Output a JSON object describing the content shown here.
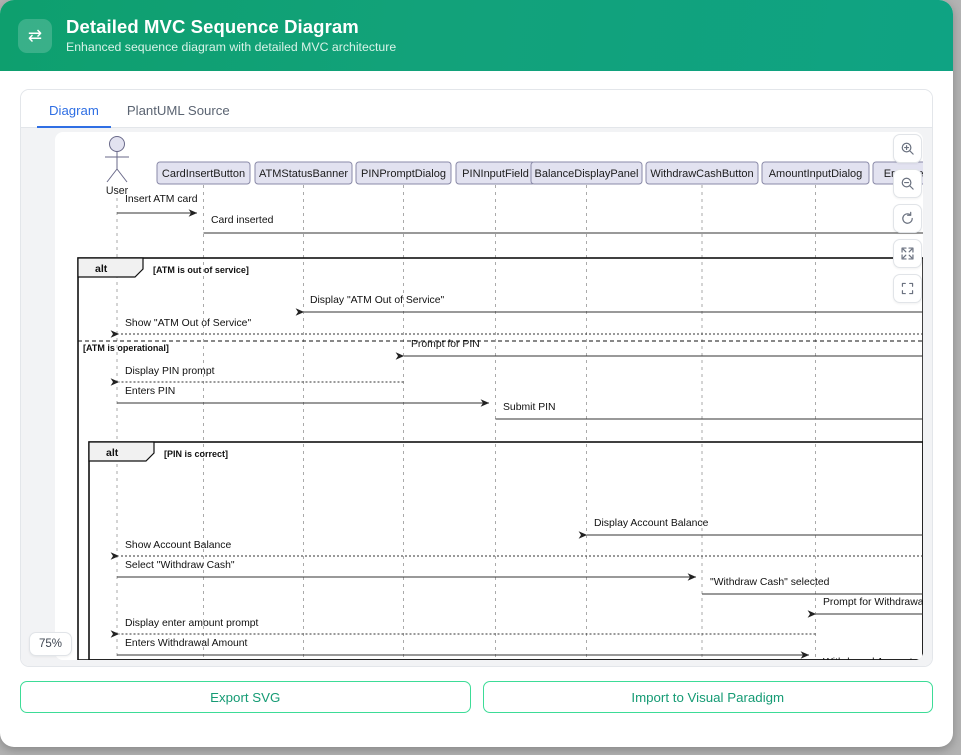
{
  "header": {
    "icon": "exchange-arrows-icon",
    "glyph": "⇄",
    "title": "Detailed MVC Sequence Diagram",
    "subtitle": "Enhanced sequence diagram with detailed MVC architecture",
    "gradient_from": "#0e9f6e",
    "gradient_to": "#0fa383"
  },
  "tabs": [
    {
      "label": "Diagram",
      "active": true
    },
    {
      "label": "PlantUML Source",
      "active": false
    }
  ],
  "controls": [
    {
      "name": "zoom-in-icon",
      "title": "Zoom In"
    },
    {
      "name": "zoom-out-icon",
      "title": "Zoom Out"
    },
    {
      "name": "reset-zoom-icon",
      "title": "Reset"
    },
    {
      "name": "fit-screen-icon",
      "title": "Fit to Screen"
    },
    {
      "name": "fullscreen-icon",
      "title": "Fullscreen"
    }
  ],
  "zoom": {
    "level": "75%"
  },
  "footer": {
    "export_label": "Export SVG",
    "import_label": "Import to Visual Paradigm",
    "accent": "#3ddc97",
    "text_color": "#159b74"
  },
  "diagram": {
    "type": "sequence",
    "actor": "User",
    "participants": [
      "CardInsertButton",
      "ATMStatusBanner",
      "PINPromptDialog",
      "PINInputField",
      "BalanceDisplayPanel",
      "WithdrawCashButton",
      "AmountInputDialog",
      "ErrorMessageBa"
    ],
    "fragments": [
      {
        "keyword": "alt",
        "condition": "[ATM is out of service]"
      },
      {
        "else_condition": "[ATM is operational]"
      },
      {
        "keyword": "alt",
        "condition": "[PIN is correct]"
      }
    ],
    "messages": [
      {
        "text": "Insert ATM card",
        "from": "User",
        "to": "CardInsertButton",
        "style": "solid"
      },
      {
        "text": "Card inserted",
        "from": "CardInsertButton",
        "to": "right",
        "style": "solid"
      },
      {
        "text": "Display \"ATM Out of Service\"",
        "from": "right",
        "to": "ATMStatusBanner",
        "style": "solid"
      },
      {
        "text": "Show \"ATM Out of Service\"",
        "from": "ATMStatusBanner",
        "to": "User",
        "style": "dashed"
      },
      {
        "text": "Prompt for PIN",
        "from": "right",
        "to": "PINPromptDialog",
        "style": "solid"
      },
      {
        "text": "Display PIN prompt",
        "from": "PINPromptDialog",
        "to": "User",
        "style": "dashed"
      },
      {
        "text": "Enters PIN",
        "from": "User",
        "to": "PINInputField",
        "style": "solid"
      },
      {
        "text": "Submit PIN",
        "from": "PINInputField",
        "to": "right",
        "style": "solid"
      },
      {
        "text": "Display Account Balance",
        "from": "right",
        "to": "BalanceDisplayPanel",
        "style": "solid"
      },
      {
        "text": "Show Account Balance",
        "from": "BalanceDisplayPanel",
        "to": "User",
        "style": "dashed"
      },
      {
        "text": "Select \"Withdraw Cash\"",
        "from": "User",
        "to": "WithdrawCashButton",
        "style": "solid"
      },
      {
        "text": "\"Withdraw Cash\" selected",
        "from": "WithdrawCashButton",
        "to": "right",
        "style": "solid"
      },
      {
        "text": "Prompt for Withdrawal Amou",
        "from": "right",
        "to": "AmountInputDialog",
        "style": "solid"
      },
      {
        "text": "Display enter amount prompt",
        "from": "AmountInputDialog",
        "to": "User",
        "style": "dashed"
      },
      {
        "text": "Enters Withdrawal Amount",
        "from": "User",
        "to": "AmountInputDialog",
        "style": "solid"
      },
      {
        "text": "Withdrawal Amount entered",
        "from": "AmountInputDialog",
        "to": "right",
        "style": "solid"
      }
    ]
  }
}
